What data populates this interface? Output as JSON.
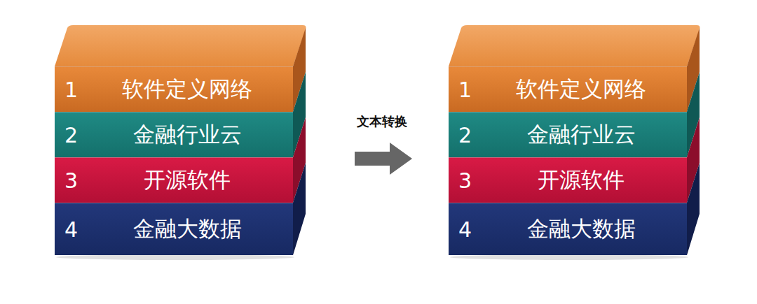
{
  "diagram": {
    "nodes": [
      {
        "text": [
          "1",
          "软件定义网络"
        ]
      },
      {
        "text": [
          "2",
          "金融行业云"
        ]
      },
      {
        "text": [
          "3",
          "开源软件"
        ]
      },
      {
        "text": [
          "4",
          "金融大数据"
        ]
      },
      {
        "text": [
          "1",
          "软件定义网络"
        ]
      },
      {
        "text": [
          "2",
          "金融行业云"
        ]
      },
      {
        "text": [
          "3",
          "开源软件"
        ]
      },
      {
        "text": [
          "4",
          "金融大数据"
        ]
      }
    ],
    "labels": [
      "文本转换"
    ]
  }
}
